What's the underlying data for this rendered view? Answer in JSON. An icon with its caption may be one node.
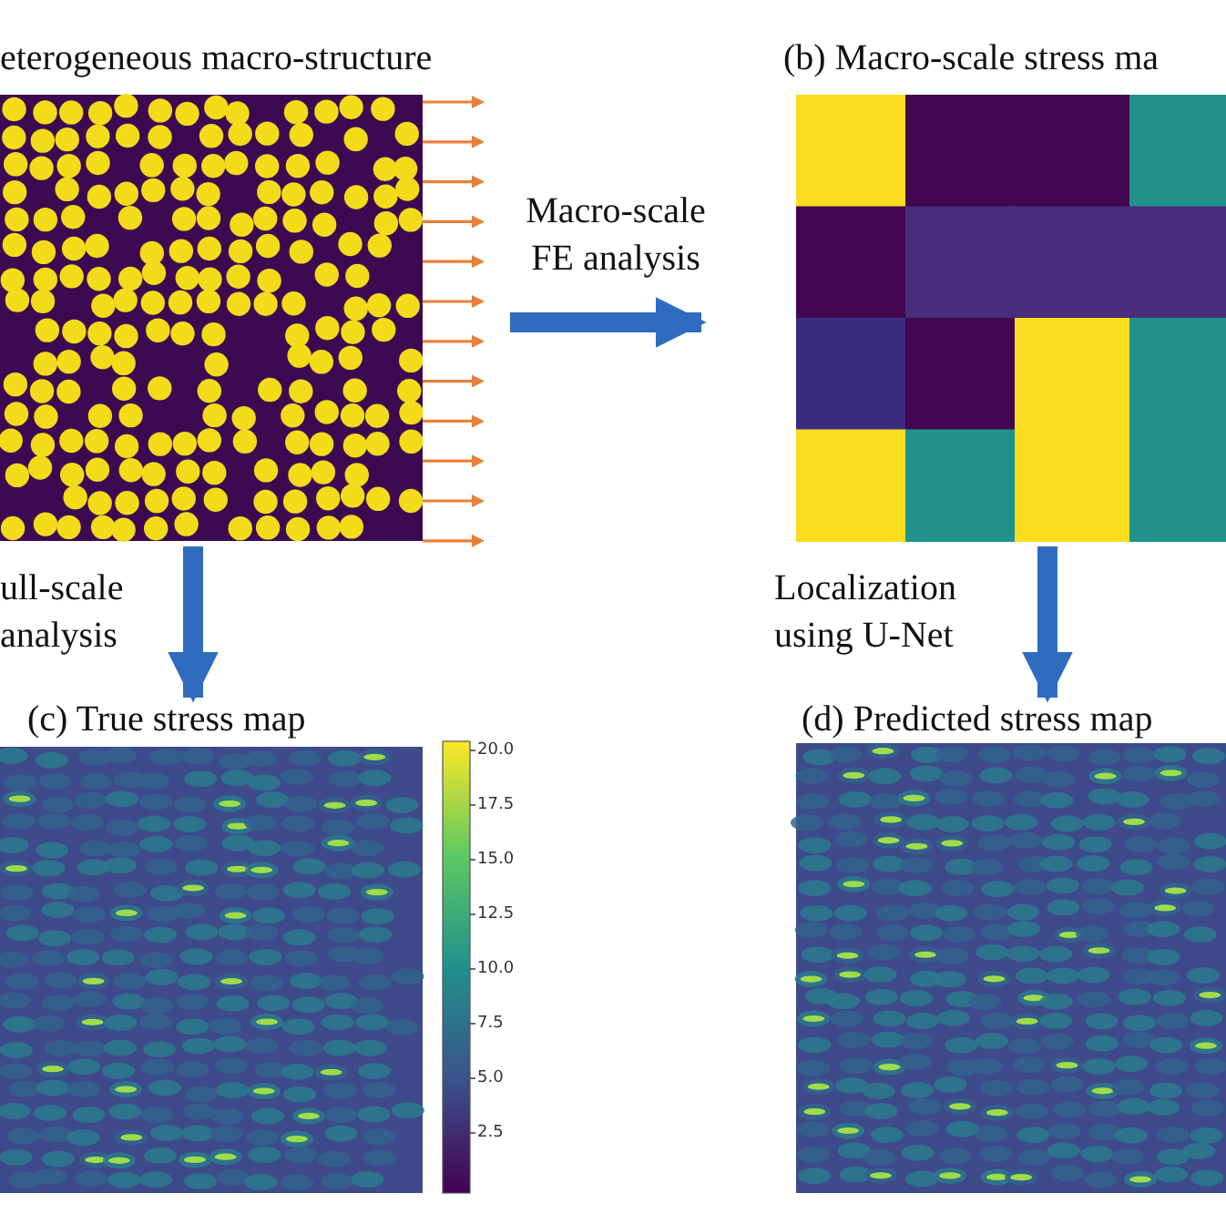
{
  "diagram": {
    "nodes": [
      {
        "text": [
          "eterogeneous macro-structure"
        ]
      },
      {
        "text": [
          "(b) Macro-scale stress ma"
        ]
      },
      {
        "text": [
          "(c) True stress map"
        ]
      },
      {
        "text": [
          "(d) Predicted stress map"
        ]
      }
    ],
    "edges": [
      {
        "from": 0,
        "to": 1,
        "arrow": "to",
        "label": "Macro-scale FE analysis"
      },
      {
        "from": 0,
        "to": 2,
        "arrow": "to",
        "label": "ull-scale analysis"
      },
      {
        "from": 1,
        "to": 3,
        "arrow": "to",
        "label": "Localization using U-Net"
      }
    ],
    "labels": [
      "20.0",
      "17.5",
      "15.0",
      "12.5",
      "10.0",
      "7.5",
      "5.0",
      "2.5"
    ]
  }
}
